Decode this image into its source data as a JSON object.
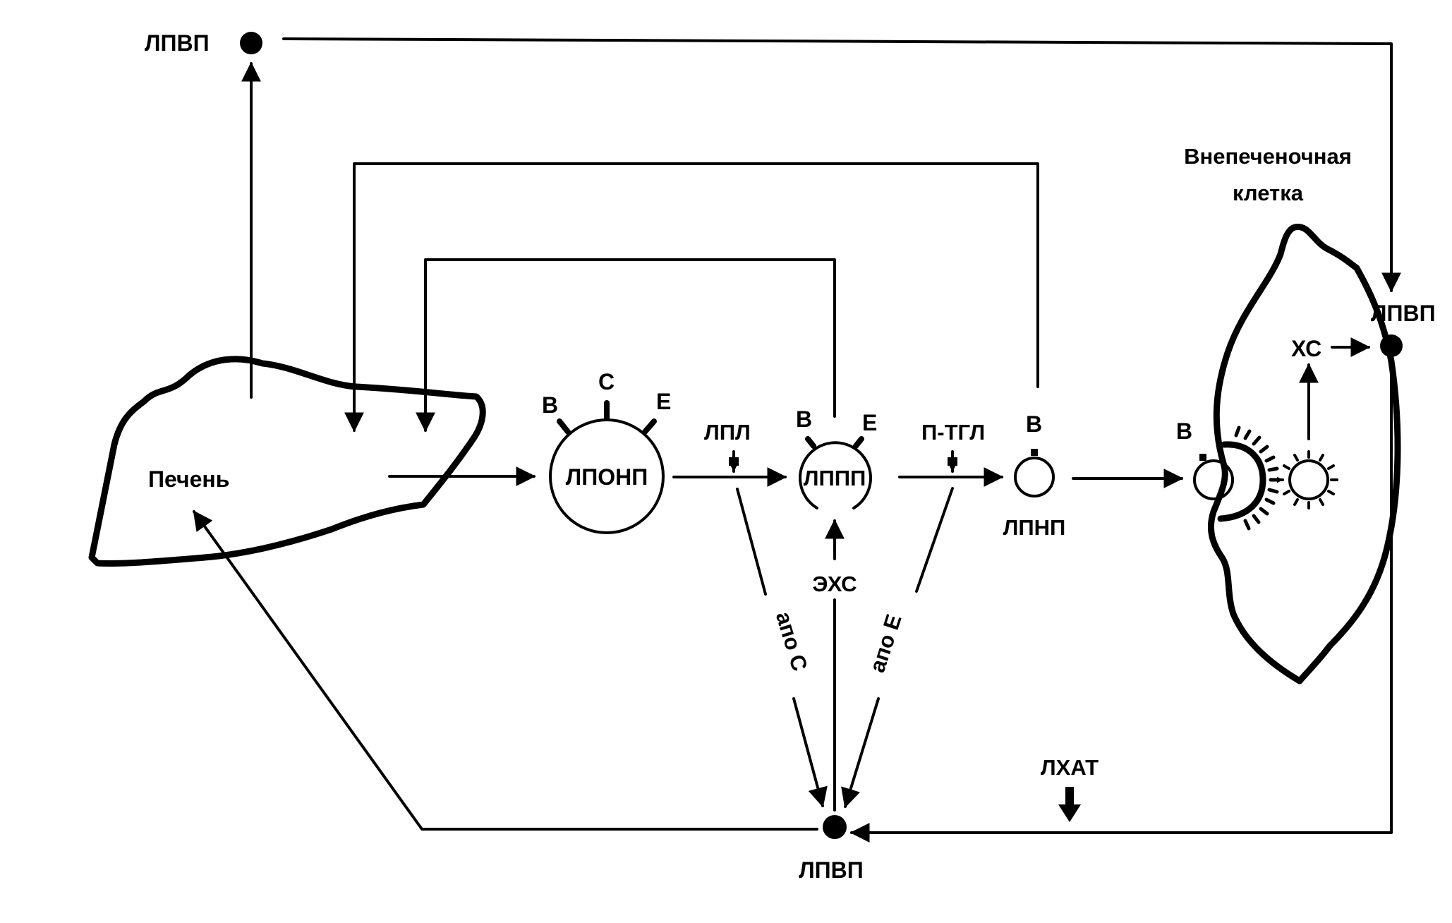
{
  "labels": {
    "hdl_top": "ЛПВП",
    "hdl_right": "ЛПВП",
    "hdl_bottom": "ЛПВП",
    "liver": "Печень",
    "vldl": "ЛПОНП",
    "idl": "ЛППП",
    "ldl": "ЛПНП",
    "lpl": "ЛПЛ",
    "hepatic_tgl": "П-ТГЛ",
    "ehs": "ЭХС",
    "apo_c": "апо С",
    "apo_e": "апо Е",
    "lcat": "ЛХАТ",
    "xc": "ХС",
    "cell_title_line1": "Внепеченочная",
    "cell_title_line2": "клетка",
    "vldl_apo_b": "B",
    "vldl_apo_c": "C",
    "vldl_apo_e": "E",
    "idl_apo_b": "B",
    "idl_apo_e": "E",
    "ldl_apo_b": "B",
    "receptor_apo_b": "B"
  }
}
